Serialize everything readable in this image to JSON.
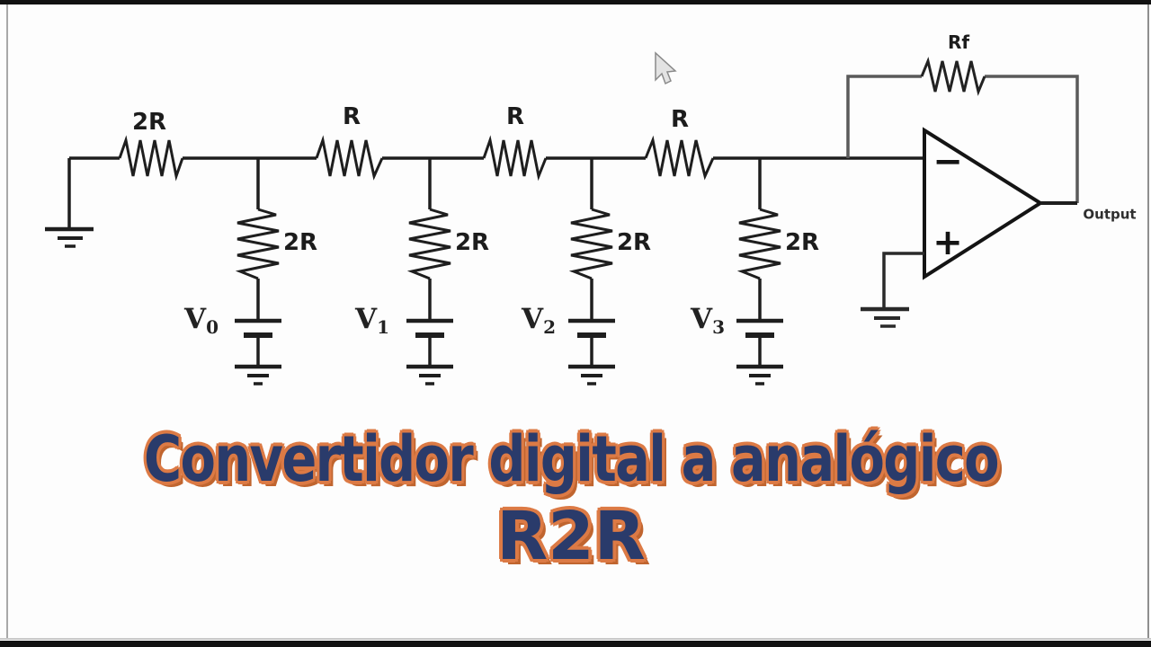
{
  "title": {
    "line1": "Convertidor digital a analógico",
    "line2": "R2R"
  },
  "colors": {
    "title_text": "#2a3b6b",
    "title_outline": "#dc7a45",
    "wire": "#1e1e1e",
    "feedback_wire": "#5a5a5a",
    "background": "#fdfdfd"
  },
  "circuit": {
    "horizontal_resistors": [
      {
        "label": "2R"
      },
      {
        "label": "R"
      },
      {
        "label": "R"
      },
      {
        "label": "R"
      }
    ],
    "branches": [
      {
        "resistor_label": "2R",
        "source": "V",
        "sub": "0"
      },
      {
        "resistor_label": "2R",
        "source": "V",
        "sub": "1"
      },
      {
        "resistor_label": "2R",
        "source": "V",
        "sub": "2"
      },
      {
        "resistor_label": "2R",
        "source": "V",
        "sub": "3"
      }
    ],
    "opamp": {
      "minus": "−",
      "plus": "+",
      "feedback_resistor_label": "Rf",
      "output_label": "Output"
    }
  }
}
